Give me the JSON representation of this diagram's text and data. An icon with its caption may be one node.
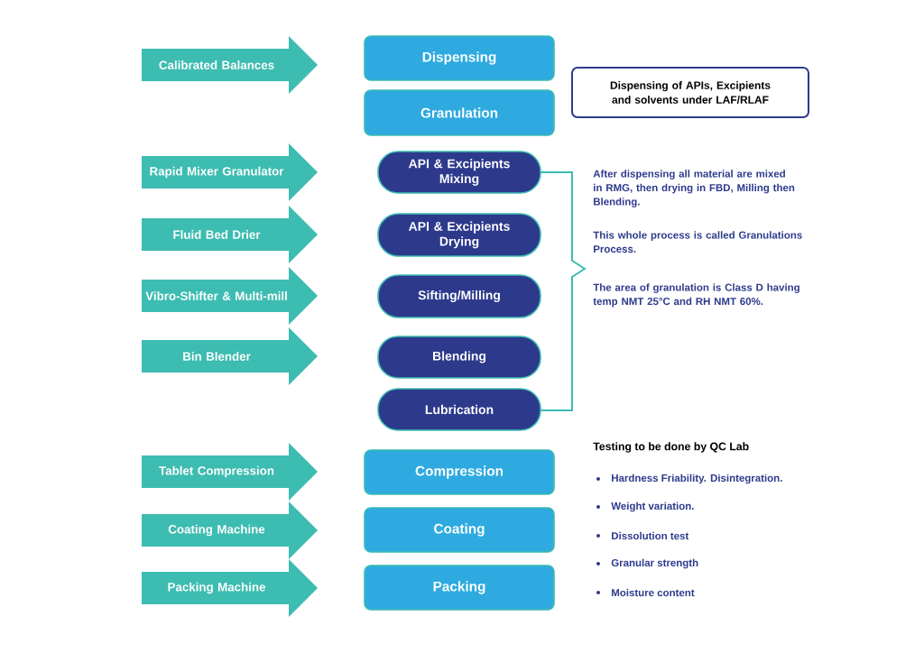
{
  "diagram": {
    "nodes": [
      {
        "text": [
          "Calibrated Balances"
        ]
      },
      {
        "text": [
          "Dispensing"
        ]
      },
      {
        "text": [
          "Dispensing of APIs, Excipients and solvents under LAF/RLAF"
        ]
      },
      {
        "text": [
          "Granulation"
        ]
      },
      {
        "text": [
          "Rapid Mixer Granulator"
        ]
      },
      {
        "text": [
          "API & Excipients Mixing"
        ]
      },
      {
        "text": [
          "Fluid Bed Drier"
        ]
      },
      {
        "text": [
          "API & Excipients Drying"
        ]
      },
      {
        "text": [
          "Vibro-Shifter & Multi-mill"
        ]
      },
      {
        "text": [
          "Sifting/Milling"
        ]
      },
      {
        "text": [
          "Bin Blender"
        ]
      },
      {
        "text": [
          "Blending"
        ]
      },
      {
        "text": [
          "Lubrication"
        ]
      },
      {
        "text": [
          "Tablet Compression"
        ]
      },
      {
        "text": [
          "Compression"
        ]
      },
      {
        "text": [
          "Coating Machine"
        ]
      },
      {
        "text": [
          "Coating"
        ]
      },
      {
        "text": [
          "Packing Machine"
        ]
      },
      {
        "text": [
          "Packing"
        ]
      }
    ],
    "labels": [
      "After dispensing all material are mixed in RMG, then drying in FBD, Milling then Blending.",
      "This whole process is called Granulations Process.",
      "The area of granulation is Class D having temp NMT 25°C and RH NMT 60%.",
      "Testing to be done by QC Lab",
      "Hardness Friability. Disintegration.",
      "Weight variation.",
      "Dissolution test",
      "Granular strength",
      "Moisture content"
    ]
  }
}
